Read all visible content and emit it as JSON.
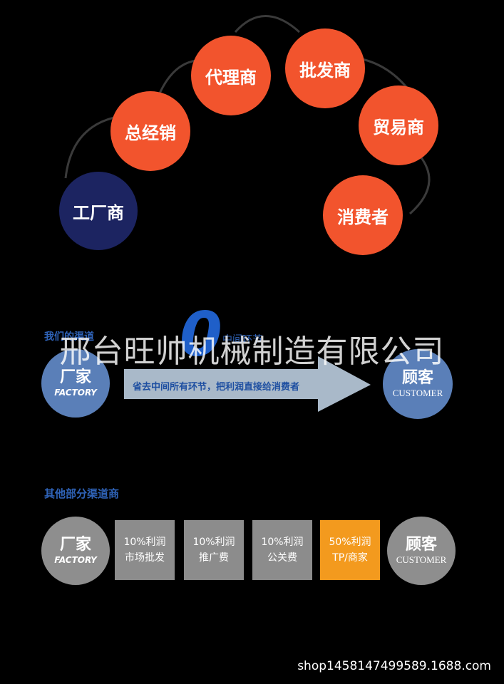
{
  "chain": {
    "nodes": [
      {
        "label": "工厂商"
      },
      {
        "label": "总经销"
      },
      {
        "label": "代理商"
      },
      {
        "label": "批发商"
      },
      {
        "label": "贸易商"
      },
      {
        "label": "消费者"
      }
    ]
  },
  "direct": {
    "section_label": "我们的渠道",
    "zero_big": "0",
    "zero_label": "中间环节",
    "left": {
      "title": "厂家",
      "sub": "FACTORY"
    },
    "arrow_text": "省去中间所有环节，把利润直接给消费者",
    "right": {
      "title": "顾客",
      "sub": "CUSTOMER"
    }
  },
  "watermark": "邢台旺帅机械制造有限公司",
  "other": {
    "section_label": "其他部分渠道商",
    "left": {
      "title": "厂家",
      "sub": "FACTORY"
    },
    "boxes": [
      {
        "line1": "10%利润",
        "line2": "市场批发"
      },
      {
        "line1": "10%利润",
        "line2": "推广费"
      },
      {
        "line1": "10%利润",
        "line2": "公关费"
      },
      {
        "line1": "50%利润",
        "line2": "TP/商家"
      }
    ],
    "right": {
      "title": "顾客",
      "sub": "CUSTOMER"
    }
  },
  "footer": "shop1458147499589.1688.com",
  "colors": {
    "chain": "#f2542d",
    "factory": "#1c2461",
    "highlight": "#f39a1e",
    "box": "#8c8c8c"
  }
}
